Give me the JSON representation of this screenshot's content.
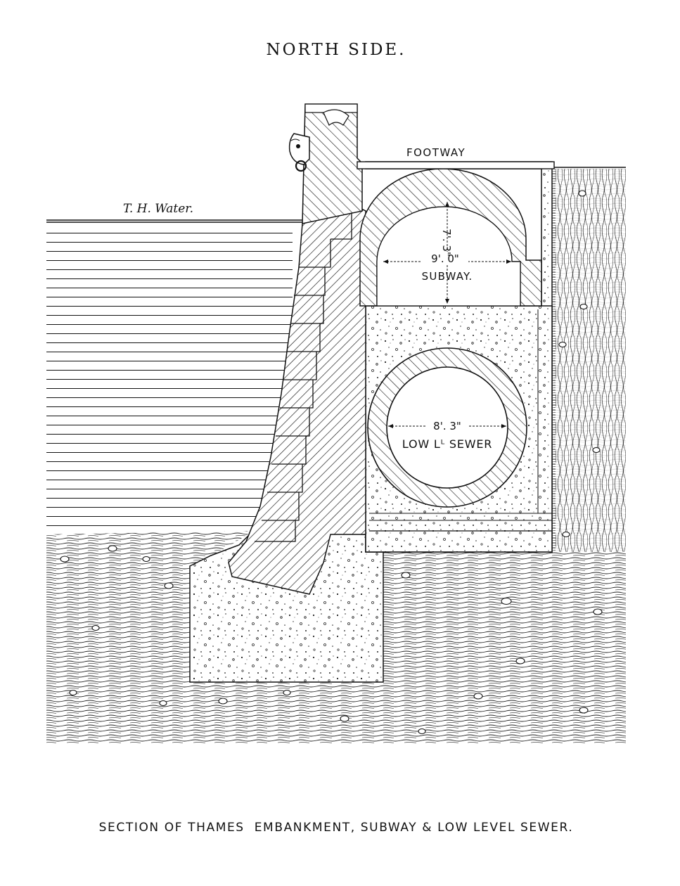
{
  "diagram": {
    "title": "NORTH SIDE.",
    "caption": "SECTION OF THAMES  EMBANKMENT, SUBWAY & LOW LEVEL SEWER.",
    "labels": {
      "footway": "FOOTWAY",
      "water": "T. H. Water.",
      "subway": "SUBWAY.",
      "subway_width": "9'. 0\"",
      "subway_height": "7'. 3\"",
      "sewer": "LOW Lᴸ SEWER",
      "sewer_diameter": "8'. 3\""
    }
  }
}
